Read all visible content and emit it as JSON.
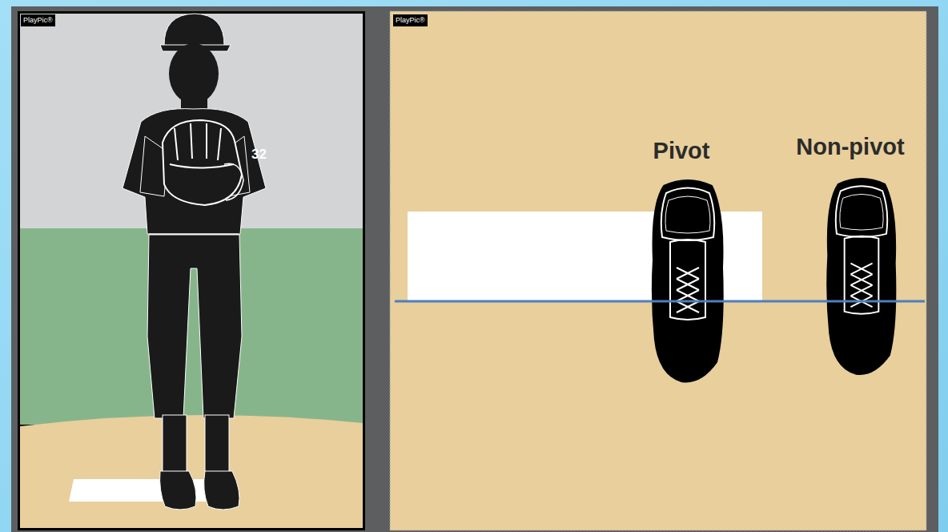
{
  "diagram": {
    "labels": [
      "PlayPic®",
      "32",
      "PlayPic®",
      "Pivot",
      "Non-pivot"
    ]
  }
}
